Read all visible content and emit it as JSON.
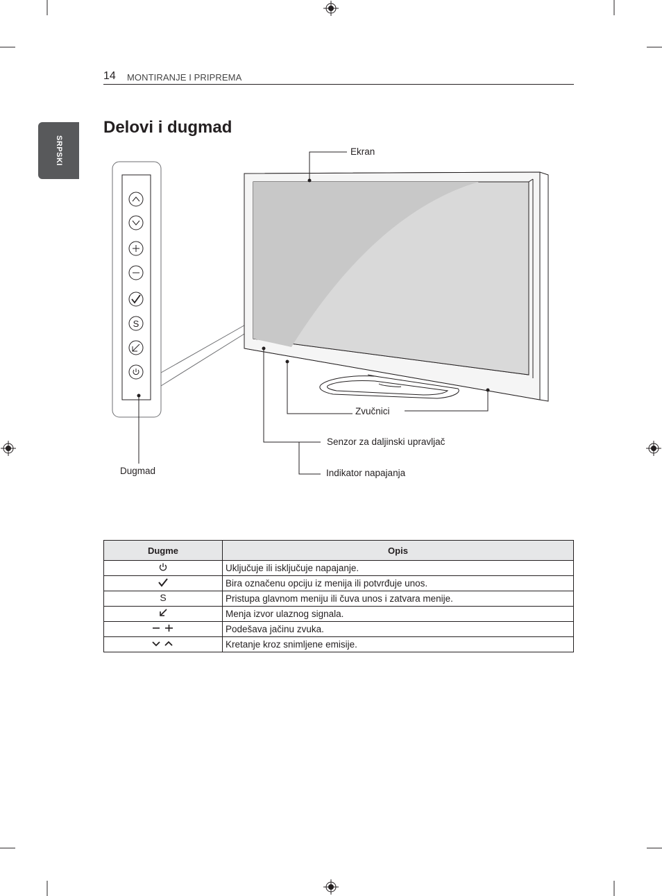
{
  "header": {
    "page_number": "14",
    "section": "MONTIRANJE I PRIPREMA"
  },
  "language_tab": "SRPSKI",
  "title": "Delovi i dugmad",
  "diagram": {
    "labels": {
      "screen": "Ekran",
      "speakers": "Zvučnici",
      "remote_sensor": "Senzor za daljinski upravljač",
      "power_indicator": "Indikator napajanja",
      "buttons": "Dugmad"
    },
    "panel_icons": [
      "chevron-up-icon",
      "chevron-down-icon",
      "plus-icon",
      "minus-icon",
      "check-icon",
      "settings-s-icon",
      "input-icon",
      "power-icon"
    ]
  },
  "table": {
    "headers": {
      "button": "Dugme",
      "description": "Opis"
    },
    "rows": [
      {
        "icon": "power-icon",
        "description": "Uključuje ili isključuje napajanje."
      },
      {
        "icon": "check-icon",
        "description": "Bira označenu opciju iz menija ili potvrđuje unos."
      },
      {
        "icon": "settings-s-icon",
        "description": "Pristupa glavnom meniju ili čuva unos i zatvara menije."
      },
      {
        "icon": "input-icon",
        "description": "Menja izvor ulaznog signala."
      },
      {
        "icon": "minus-plus-icon",
        "description": "Podešava jačinu zvuka."
      },
      {
        "icon": "chevron-down-up-icon",
        "description": "Kretanje kroz snimljene emisije."
      }
    ]
  }
}
